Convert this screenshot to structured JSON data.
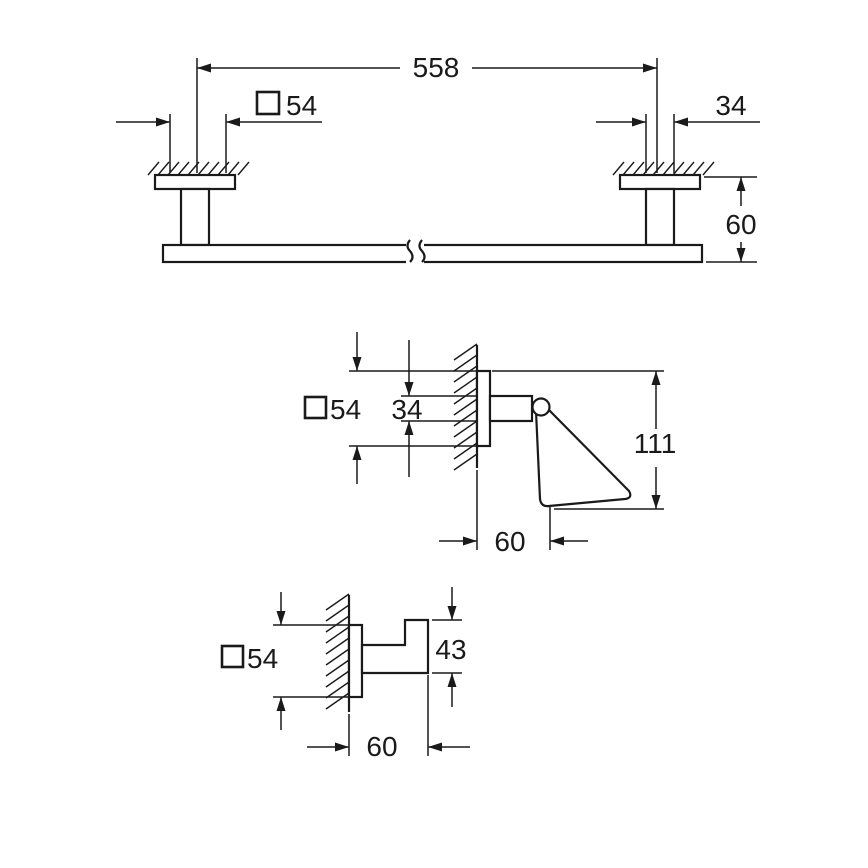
{
  "colors": {
    "line": "#1a1a1a",
    "background": "#ffffff"
  },
  "icons": {
    "square_dimension": "square-outline-icon"
  },
  "views": {
    "towel_bar": {
      "length": "558",
      "square": "54",
      "post": "34",
      "projection": "60"
    },
    "paper_holder": {
      "square": "54",
      "post": "34",
      "height": "111",
      "projection": "60"
    },
    "robe_hook": {
      "square": "54",
      "hook_height": "43",
      "projection": "60"
    }
  }
}
